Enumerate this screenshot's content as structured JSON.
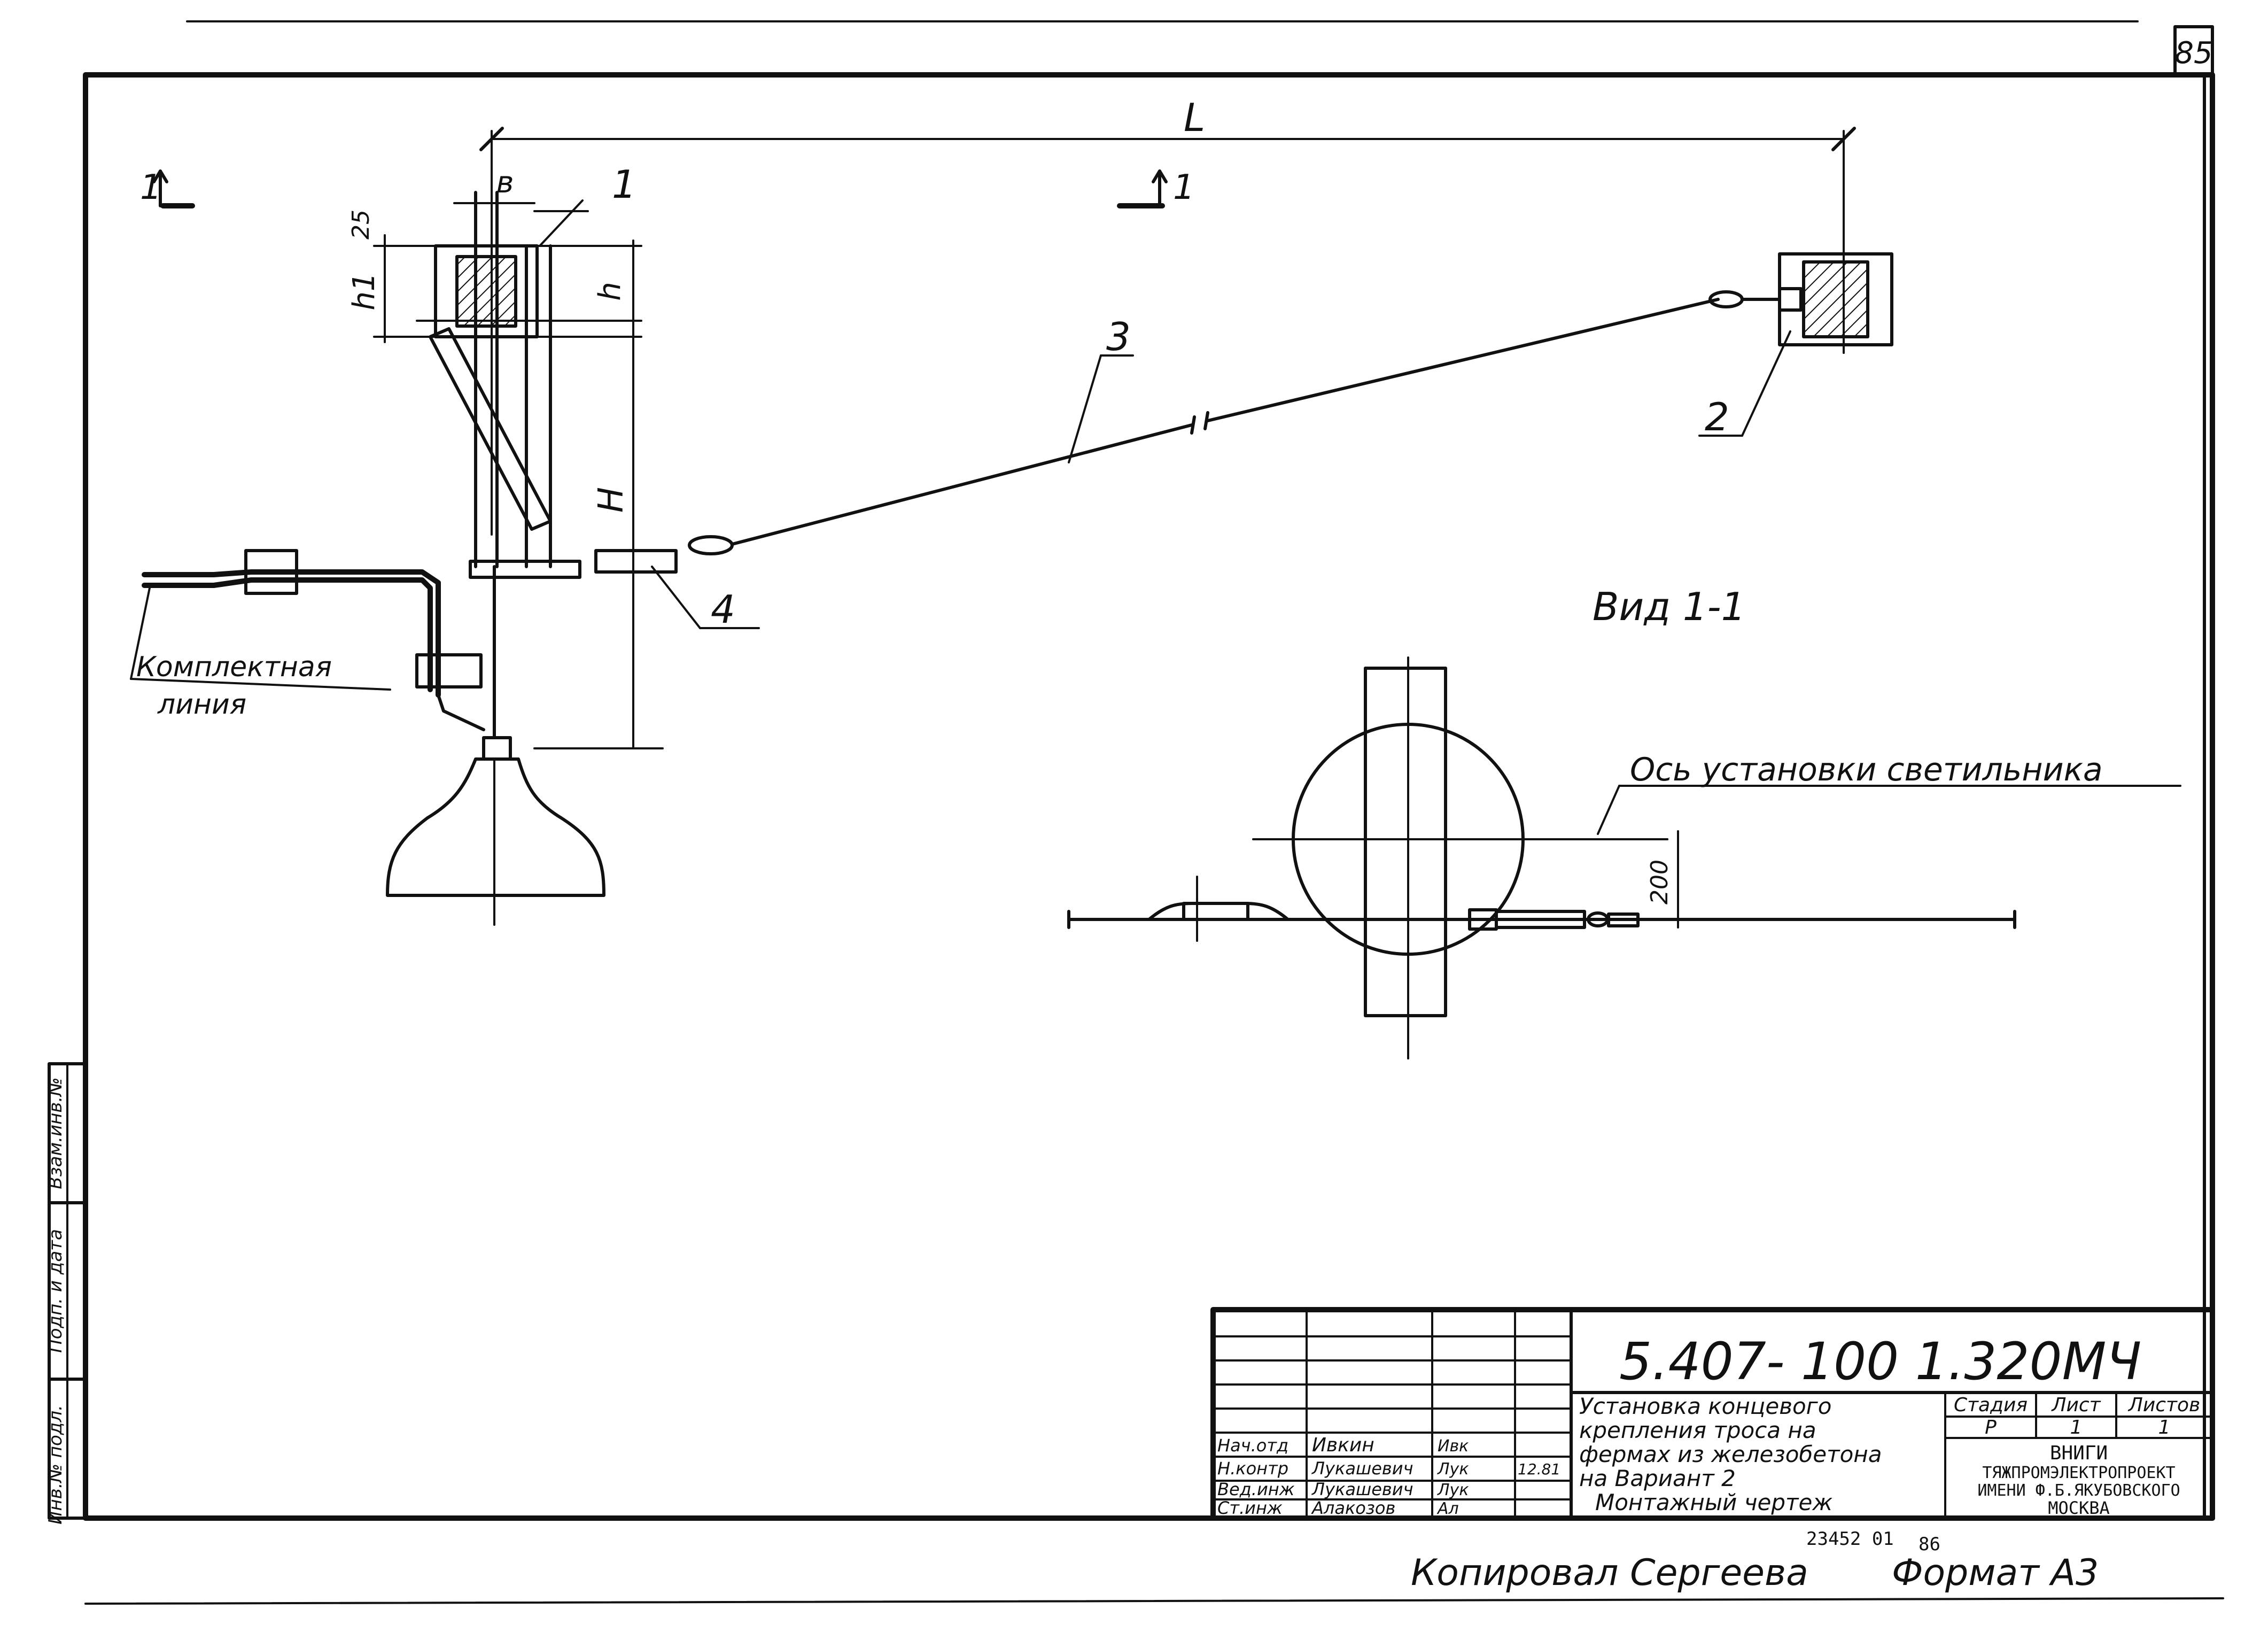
{
  "sheet": {
    "page_number": "85"
  },
  "drawing": {
    "section_marks": [
      "1",
      "1"
    ],
    "dimensions": {
      "span": "L",
      "width": "в",
      "offset": "25",
      "beam_h1": "h1",
      "beam_h": "h",
      "height": "H",
      "axis_offset": "200"
    },
    "positions": [
      "1",
      "2",
      "3",
      "4"
    ],
    "labels": {
      "line_1": "Комплектная",
      "line_2": "линия",
      "view": "Вид 1-1",
      "axis": "Ось установки светильника"
    }
  },
  "side_stamp": [
    "Инв.№ подл.",
    "Подп. и дата",
    "Взам.инв.№"
  ],
  "title_block": {
    "code": "5.407- 100  1.320МЧ",
    "title_lines": [
      "Установка концевого",
      "крепления троса на",
      "фермах из железобетона",
      "на  Вариант 2",
      "Монтажный чертеж"
    ],
    "headers": [
      "Стадия",
      "Лист",
      "Листов"
    ],
    "values": [
      "Р",
      "1",
      "1"
    ],
    "org_lines": [
      "ВНИГИ",
      "ТЯЖПРОМЭЛЕКТРОПРОЕКТ",
      "ИМЕНИ Ф.Б.ЯКУБОВСКОГО",
      "МОСКВА"
    ],
    "people": [
      {
        "role": "Нач.отд",
        "name": "Ивкин",
        "sign": "Ивк",
        "date": ""
      },
      {
        "role": "Н.контр",
        "name": "Лукашевич",
        "sign": "Лук",
        "date": "12.81"
      },
      {
        "role": "Вед.инж",
        "name": "Лукашевич",
        "sign": "Лук",
        "date": ""
      },
      {
        "role": "Ст.инж",
        "name": "Алакозов",
        "sign": "Ал",
        "date": ""
      }
    ]
  },
  "footer": {
    "copied": "Копировал Сергеева",
    "number": "23452 01",
    "sheet_no": "86",
    "format": "Формат А3"
  }
}
